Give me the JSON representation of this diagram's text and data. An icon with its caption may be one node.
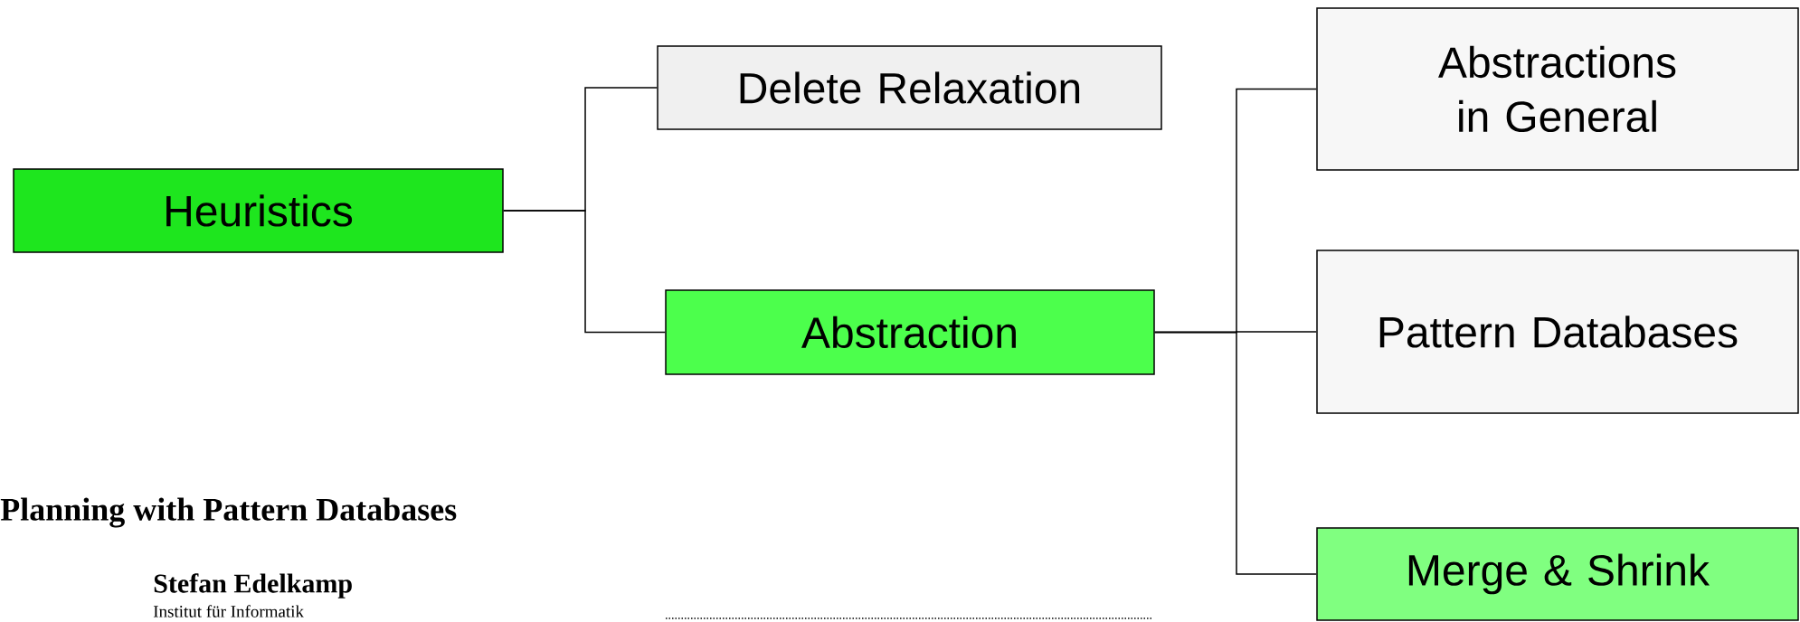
{
  "diagram": {
    "nodes": [
      {
        "text": [
          "Heuristics"
        ]
      },
      {
        "text": [
          "Delete Relaxation"
        ]
      },
      {
        "text": [
          "Abstraction"
        ]
      },
      {
        "text": [
          "Abstractions in General"
        ]
      },
      {
        "text": [
          "Pattern Databases"
        ]
      },
      {
        "text": [
          "Merge & Shrink"
        ]
      }
    ],
    "edges": [
      {
        "from": 0,
        "to": 1,
        "arrow": "none"
      },
      {
        "from": 0,
        "to": 2,
        "arrow": "none"
      },
      {
        "from": 2,
        "to": 3,
        "arrow": "none"
      },
      {
        "from": 2,
        "to": 4,
        "arrow": "none"
      },
      {
        "from": 2,
        "to": 5,
        "arrow": "none"
      }
    ],
    "labels": [
      "Planning with Pattern Databases",
      "Stefan Edelkamp",
      "Institut für Informatik"
    ]
  }
}
